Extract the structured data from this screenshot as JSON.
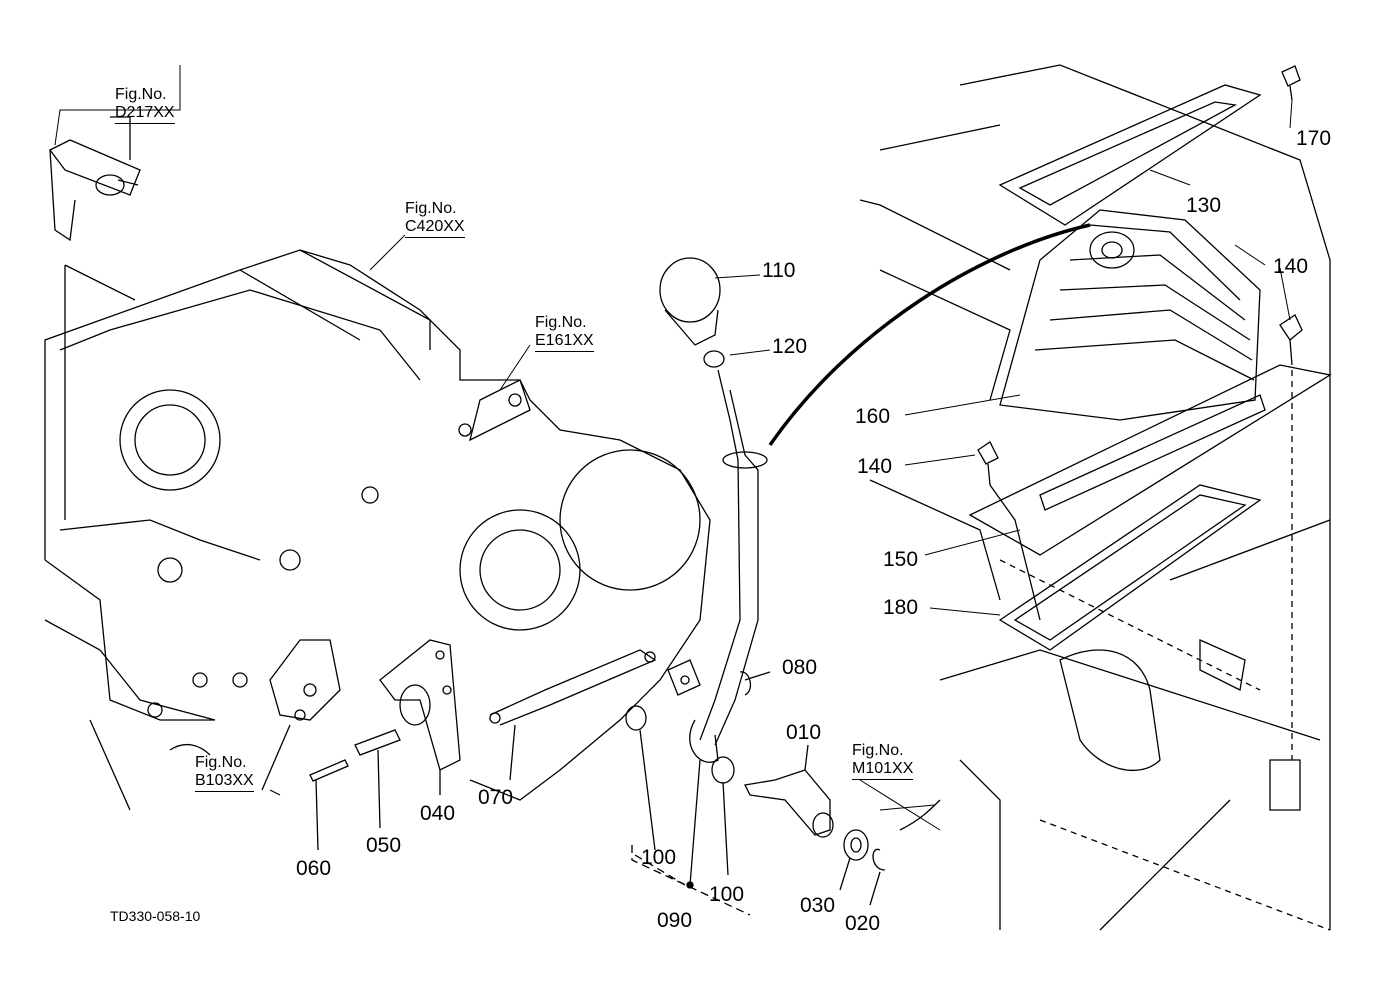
{
  "diagram": {
    "title_code": "TD330-058-10",
    "figure_refs": [
      {
        "label": "Fig.No.",
        "number": "D217XX"
      },
      {
        "label": "Fig.No.",
        "number": "C420XX"
      },
      {
        "label": "Fig.No.",
        "number": "E161XX"
      },
      {
        "label": "Fig.No.",
        "number": "B103XX"
      },
      {
        "label": "Fig.No.",
        "number": "M101XX"
      }
    ],
    "part_numbers": {
      "p010": "010",
      "p020": "020",
      "p030": "030",
      "p040": "040",
      "p050": "050",
      "p060": "060",
      "p070": "070",
      "p080": "080",
      "p090": "090",
      "p100a": "100",
      "p100b": "100",
      "p110": "110",
      "p120": "120",
      "p130": "130",
      "p140a": "140",
      "p140b": "140",
      "p150": "150",
      "p160": "160",
      "p170": "170",
      "p180": "180"
    }
  }
}
